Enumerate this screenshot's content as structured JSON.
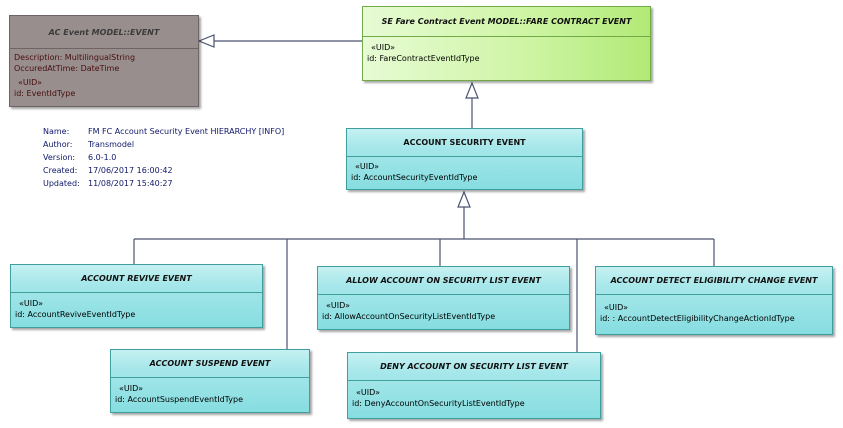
{
  "classes": {
    "ac_event": {
      "name": "AC Event MODEL::EVENT",
      "attrs": [
        "Description: MultilingualString",
        "OccuredAtTime: DateTime"
      ],
      "stereo": "«UID»",
      "id": "id: EventIdType"
    },
    "fare_contract_event": {
      "name": "SE Fare Contract Event MODEL::FARE CONTRACT EVENT",
      "stereo": "«UID»",
      "id": "id: FareContractEventIdType"
    },
    "account_security_event": {
      "name": "ACCOUNT SECURITY EVENT",
      "stereo": "«UID»",
      "id": "id: AccountSecurityEventIdType"
    },
    "account_revive_event": {
      "name": "ACCOUNT REVIVE EVENT",
      "stereo": "«UID»",
      "id": "id: AccountReviveEventIdType"
    },
    "account_suspend_event": {
      "name": "ACCOUNT SUSPEND EVENT",
      "stereo": "«UID»",
      "id": "id: AccountSuspendEventIdType"
    },
    "allow_account_event": {
      "name": "ALLOW ACCOUNT ON SECURITY LIST EVENT",
      "stereo": "«UID»",
      "id": "id: AllowAccountOnSecurityListEventIdType"
    },
    "deny_account_event": {
      "name": "DENY ACCOUNT ON SECURITY LIST EVENT",
      "stereo": "«UID»",
      "id": "id: DenyAccountOnSecurityListEventIdType"
    },
    "account_detect_event": {
      "name": "ACCOUNT DETECT ELIGIBILITY CHANGE EVENT",
      "stereo": "«UID»",
      "id": "id: : AccountDetectEligibilityChangeActionIdType"
    }
  },
  "meta": [
    {
      "key": "Name:",
      "value": "FM FC Account Security Event HIERARCHY [INFO]"
    },
    {
      "key": "Author:",
      "value": "Transmodel"
    },
    {
      "key": "Version:",
      "value": "6.0-1.0"
    },
    {
      "key": "Created:",
      "value": "17/06/2017 16:00:42"
    },
    {
      "key": "Updated:",
      "value": "11/08/2017 15:40:27"
    }
  ],
  "colors": {
    "teal": "#86dde0",
    "green": "#cff5a6",
    "grey": "#988e8e",
    "connector": "#4a5470"
  }
}
